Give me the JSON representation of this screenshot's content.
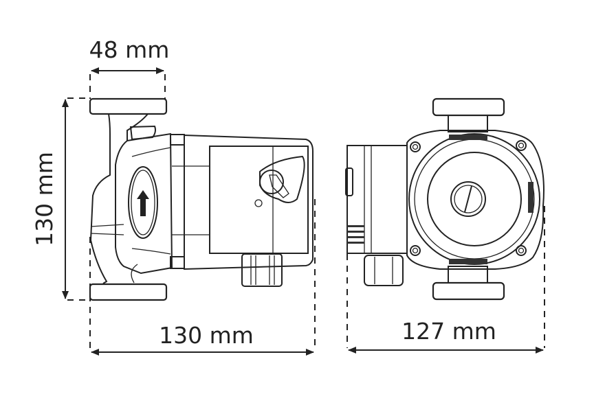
{
  "dimensions": {
    "flange_width": "48 mm",
    "height": "130 mm",
    "side_length": "130 mm",
    "front_width": "127 mm"
  }
}
